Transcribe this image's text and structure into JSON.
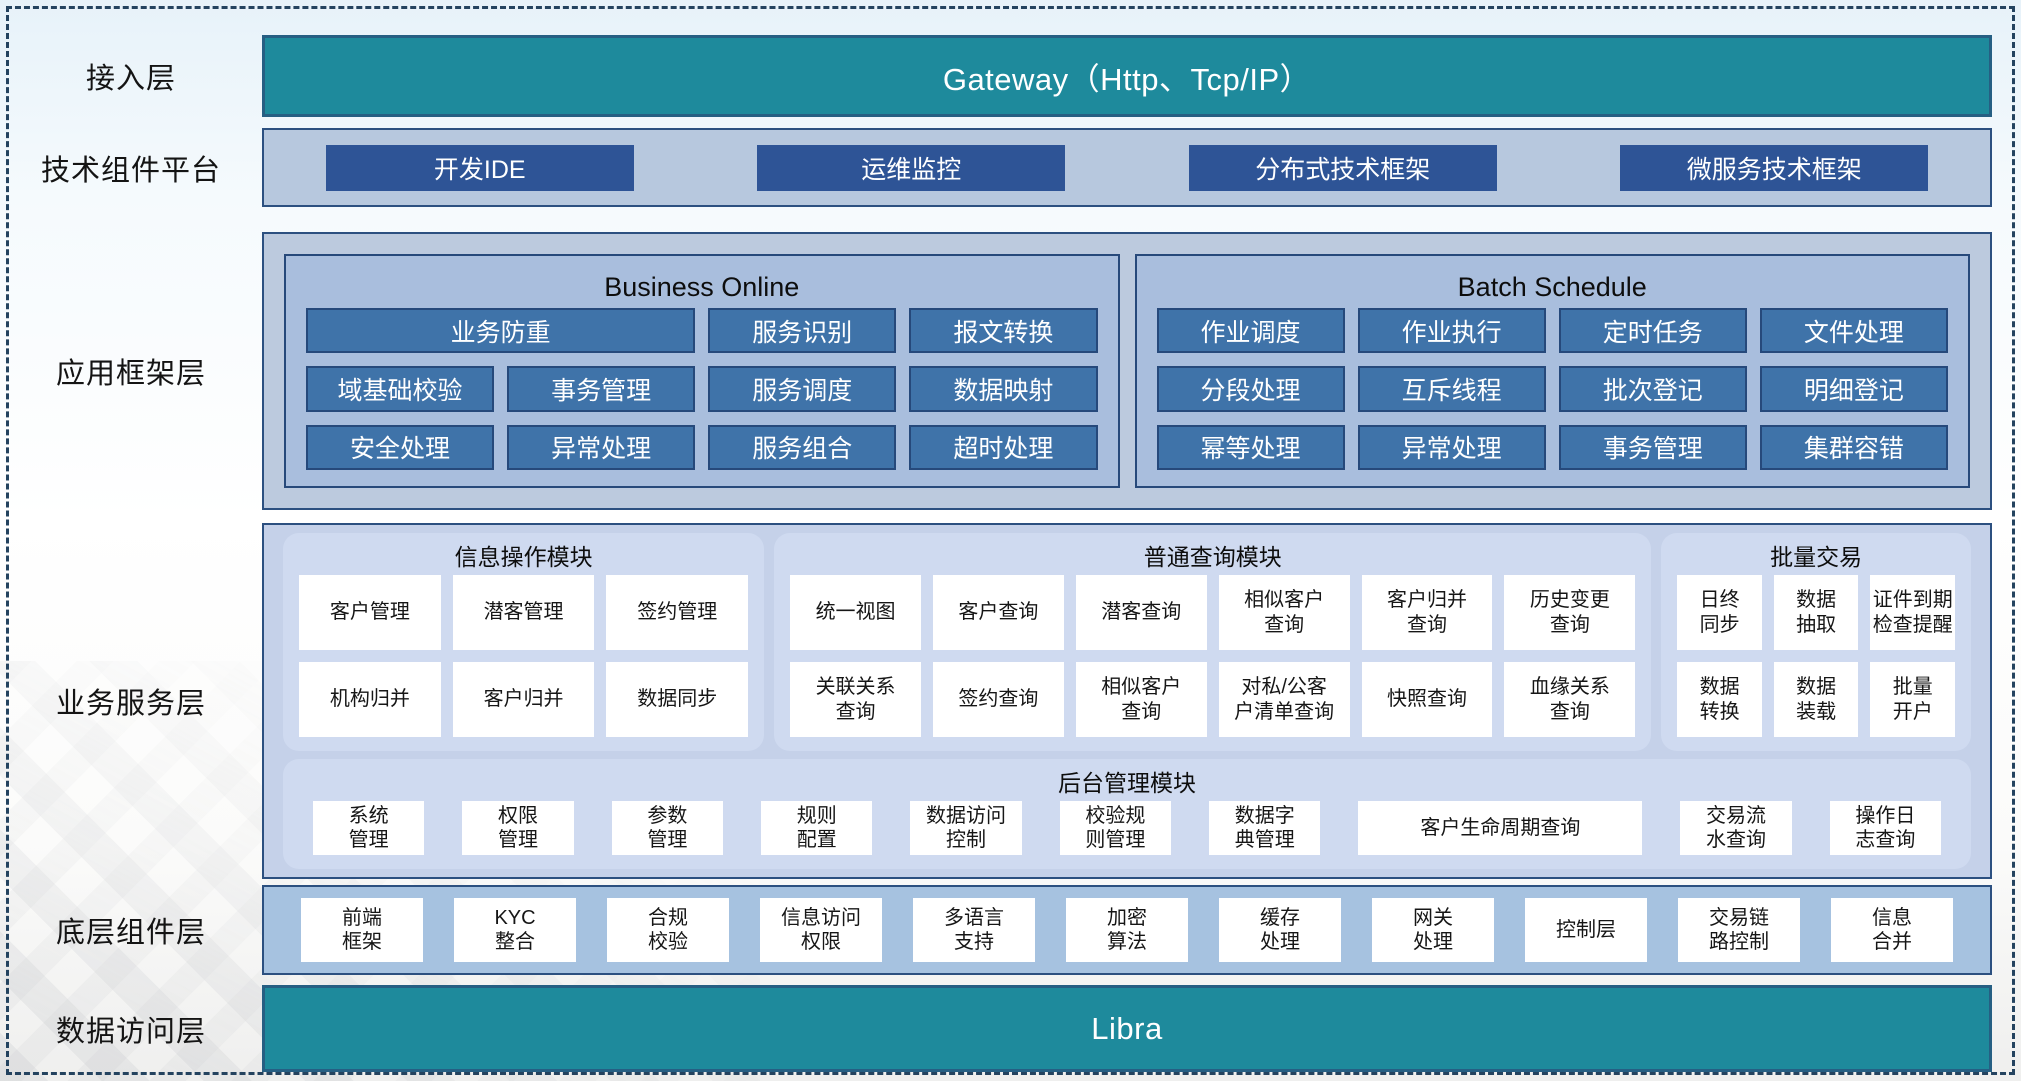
{
  "diagram": {
    "access_layer": {
      "label": "接入层",
      "gateway": "Gateway（Http、Tcp/IP）"
    },
    "tech_platform": {
      "label": "技术组件平台",
      "items": [
        "开发IDE",
        "运维监控",
        "分布式技术框架",
        "微服务技术框架"
      ]
    },
    "app_framework": {
      "label": "应用框架层",
      "business_online": {
        "title": "Business Online",
        "items": [
          "业务防重",
          "服务识别",
          "报文转换",
          "域基础校验",
          "事务管理",
          "服务调度",
          "数据映射",
          "安全处理",
          "异常处理",
          "服务组合",
          "超时处理"
        ]
      },
      "batch_schedule": {
        "title": "Batch Schedule",
        "items": [
          "作业调度",
          "作业执行",
          "定时任务",
          "文件处理",
          "分段处理",
          "互斥线程",
          "批次登记",
          "明细登记",
          "幂等处理",
          "异常处理",
          "事务管理",
          "集群容错"
        ]
      }
    },
    "business_service": {
      "label": "业务服务层",
      "info_module": {
        "title": "信息操作模块",
        "items": [
          "客户管理",
          "潜客管理",
          "签约管理",
          "机构归并",
          "客户归并",
          "数据同步"
        ]
      },
      "query_module": {
        "title": "普通查询模块",
        "items": [
          "统一视图",
          "客户查询",
          "潜客查询",
          "相似客户\n查询",
          "客户归并\n查询",
          "历史变更\n查询",
          "关联关系\n查询",
          "签约查询",
          "相似客户\n查询",
          "对私/公客\n户清单查询",
          "快照查询",
          "血缘关系\n查询"
        ]
      },
      "batch_module": {
        "title": "批量交易",
        "items": [
          "日终\n同步",
          "数据\n抽取",
          "证件到期\n检查提醒",
          "数据\n转换",
          "数据\n装载",
          "批量\n开户"
        ]
      },
      "admin_module": {
        "title": "后台管理模块",
        "items": [
          "系统\n管理",
          "权限\n管理",
          "参数\n管理",
          "规则\n配置",
          "数据访问\n控制",
          "校验规\n则管理",
          "数据字\n典管理",
          "客户生命周期查询",
          "交易流\n水查询",
          "操作日\n志查询"
        ]
      }
    },
    "base_components": {
      "label": "底层组件层",
      "items": [
        "前端\n框架",
        "KYC\n整合",
        "合规\n校验",
        "信息访问\n权限",
        "多语言\n支持",
        "加密\n算法",
        "缓存\n处理",
        "网关\n处理",
        "控制层",
        "交易链\n路控制",
        "信息\n合并"
      ]
    },
    "data_access": {
      "label": "数据访问层",
      "bar": "Libra"
    },
    "colors": {
      "teal_bar": "#1e8a9c",
      "teal_border": "#265f83",
      "dark_blue_button": "#2e5496",
      "steel_blue_button": "#3f73a9",
      "panel_fill": "#a9bedd",
      "panel_border": "#27497a",
      "container_border": "#2c5080",
      "service_container_fill": "#c5d1e9",
      "module_fill": "#cfdaf0",
      "dashed_border": "#24435f"
    }
  }
}
